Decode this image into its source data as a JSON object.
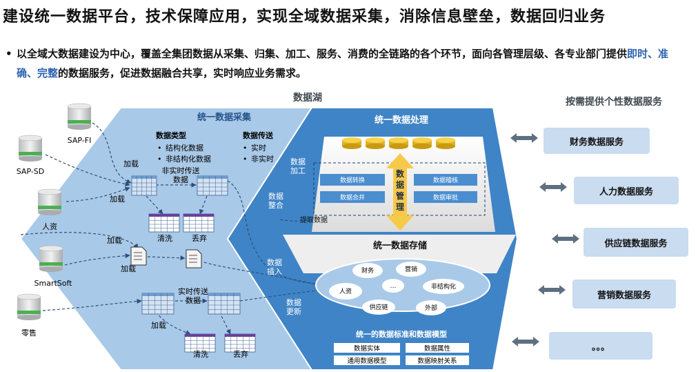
{
  "title": "建设统一数据平台，技术保障应用，实现全域数据采集，消除信息壁垒，数据回归业务",
  "intro": {
    "bullet": "•",
    "part1": "以全域大数据建设为中心，覆盖全集团数据从采集、归集、加工、服务、消费的全链路的各个环节，面向各管理层级、各专业部门提供",
    "highlight": "即时、准确、完整",
    "part2": "的数据服务，促进数据融合共享，实时响应业务需求。"
  },
  "data_lake_label": "数据湖",
  "services_header": "按需提供个性数据服务",
  "collection": {
    "title": "统一数据采集",
    "types_title": "数据类型",
    "types": [
      "结构化数据",
      "非结构化数据"
    ],
    "transfer_title": "数据传送",
    "transfer": [
      "实时",
      "非实时"
    ],
    "sources": [
      "SAP-FI",
      "SAP-SD",
      "人资",
      "SmartSoft",
      "零售"
    ],
    "load": "加载",
    "nonrealtime": "非实时传送数据",
    "realtime": "实时传送数据",
    "clean": "清洗",
    "discard": "丢弃"
  },
  "processing": {
    "title": "统一数据处理",
    "left_top": "数据加工",
    "left_bottom": "数据整合",
    "extract": "提取数据",
    "boxes": [
      "数据转换",
      "数据合并",
      "数据稽核",
      "数据审批"
    ],
    "center": "数据管理"
  },
  "storage": {
    "title": "统一数据存储",
    "insert": "数据插入",
    "update": "数据更新",
    "items": [
      "财务",
      "营销",
      "人资",
      "…",
      "非结构化",
      "供应链",
      "外部"
    ]
  },
  "standards": {
    "title": "统一的数据标准和数据模型",
    "items": [
      "数据实体",
      "数据属性",
      "通用数据模型",
      "数据映射关系"
    ]
  },
  "services": [
    "财务数据服务",
    "人力数据服务",
    "供应链数据服务",
    "营销数据服务",
    "。。。"
  ],
  "colors": {
    "dark_blue": "#3f84c6",
    "light_blue": "#a9c9e8",
    "service_box": "#c9dcf0",
    "arrow": "#5f6f82",
    "highlight": "#2d63b0"
  }
}
